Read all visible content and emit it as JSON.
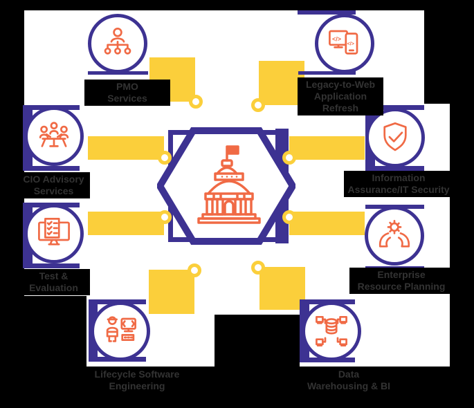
{
  "colors": {
    "indigo": "#3d3292",
    "orange": "#f06a45",
    "yellow": "#fbcf3b",
    "label_text": "#333333",
    "canvas_white": "#ffffff",
    "background_black": "#000000"
  },
  "center": {
    "icon": "capitol-building-icon"
  },
  "nodes": [
    {
      "id": "pmo",
      "label": "PMO\nServices",
      "icon": "org-chart-person-icon"
    },
    {
      "id": "legacy-refresh",
      "label": "Legacy-to-Web\nApplication\nRefresh",
      "icon": "code-on-devices-icon"
    },
    {
      "id": "cio-advisory",
      "label": "CIO Advisory\nServices",
      "icon": "meeting-table-icon"
    },
    {
      "id": "info-assurance",
      "label": "Information\nAssurance/IT Security",
      "icon": "shield-check-icon"
    },
    {
      "id": "test-evaluation",
      "label": "Test &\nEvaluation",
      "icon": "monitor-checklist-icon"
    },
    {
      "id": "erp",
      "label": "Enterprise\nResource Planning",
      "icon": "hands-gear-icon"
    },
    {
      "id": "lifecycle-swe",
      "label": "Lifecycle Software\nEngineering",
      "icon": "engineer-workstation-icon"
    },
    {
      "id": "data-warehousing",
      "label": "Data\nWarehousing & BI",
      "icon": "database-network-icon"
    }
  ]
}
